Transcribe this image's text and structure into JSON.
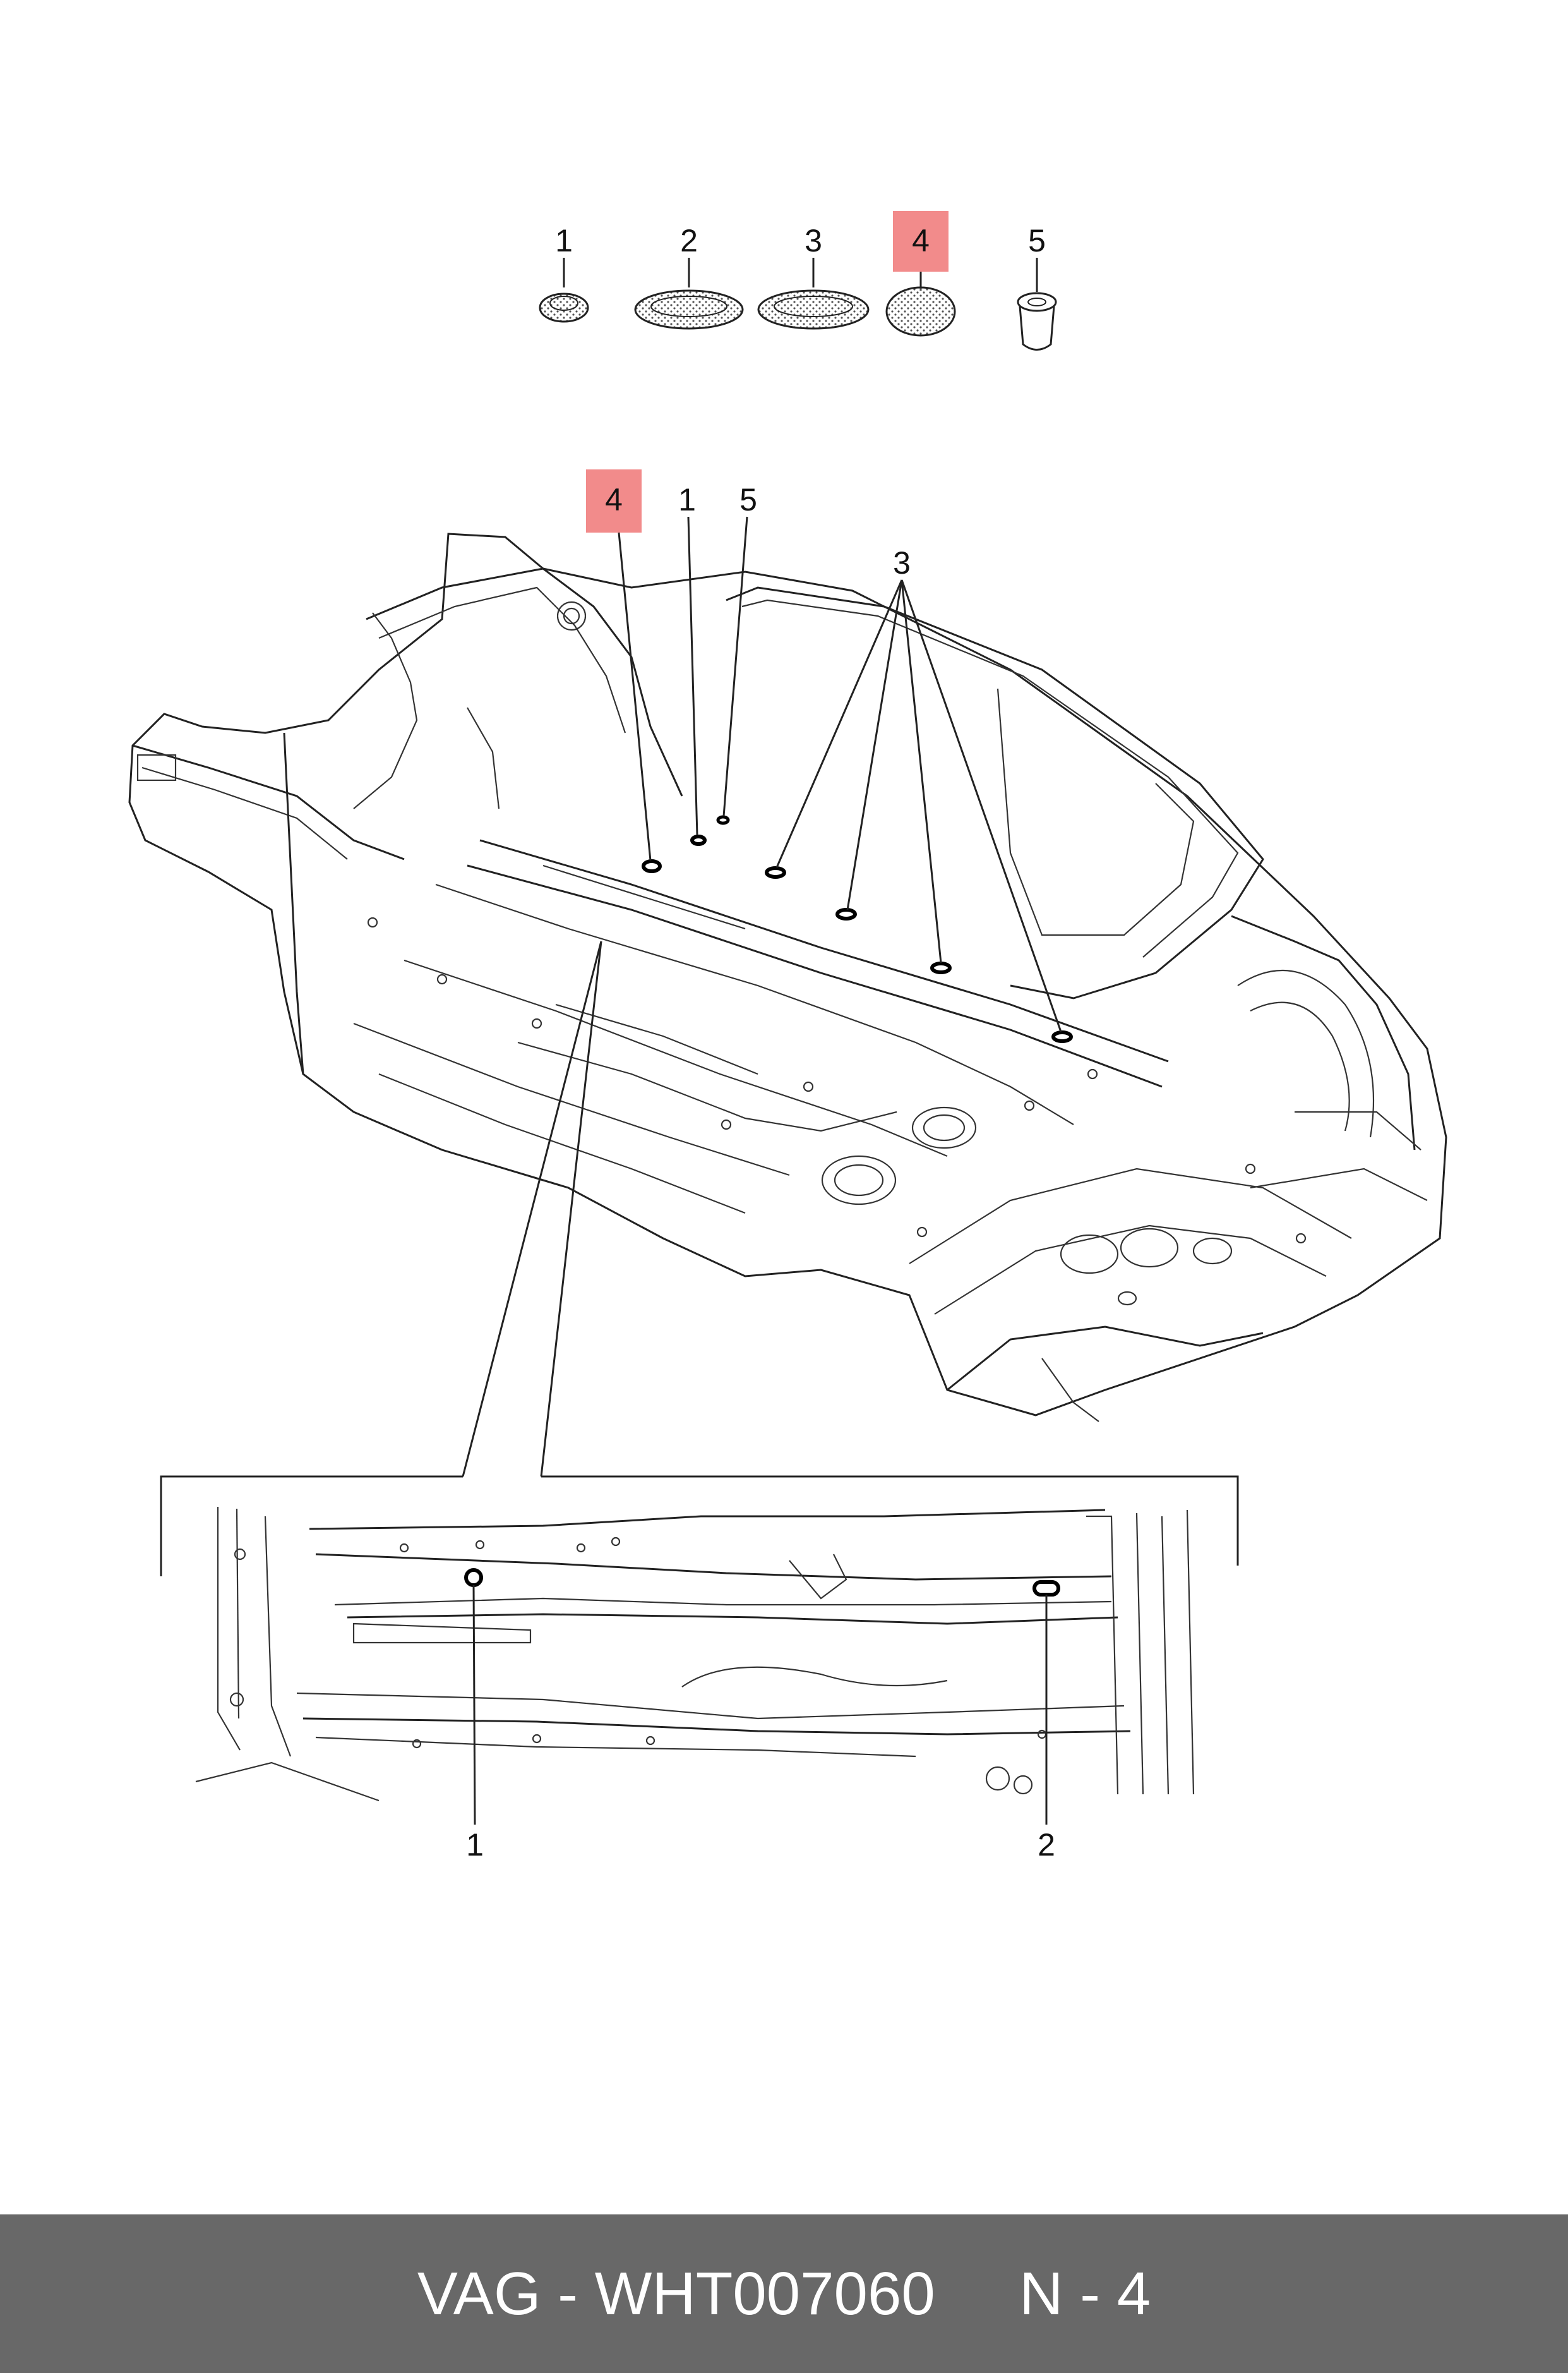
{
  "callouts": {
    "legend": [
      "1",
      "2",
      "3",
      "4",
      "5"
    ],
    "main": [
      "4",
      "1",
      "5",
      "3"
    ],
    "detail": [
      "1",
      "2"
    ]
  },
  "highlight_color": "#f28b8b",
  "footer": {
    "brand": "VAG",
    "separator": "-",
    "part_number": "WHT007060",
    "position_label": "N - 4",
    "text": "VAG - WHT007060     N - 4"
  }
}
